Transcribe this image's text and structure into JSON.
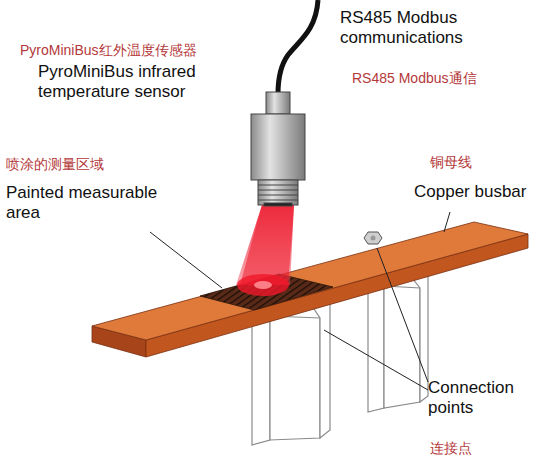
{
  "diagram": {
    "labels": [
      "PyroMiniBus红外温度传感器",
      "PyroMiniBus infrared temperature sensor",
      "RS485 Modbus communications",
      "RS485 Modbus通信",
      "喷涂的测量区域",
      "Painted measurable area",
      "铜母线",
      "Copper busbar",
      "Connection points",
      "连接点"
    ]
  }
}
